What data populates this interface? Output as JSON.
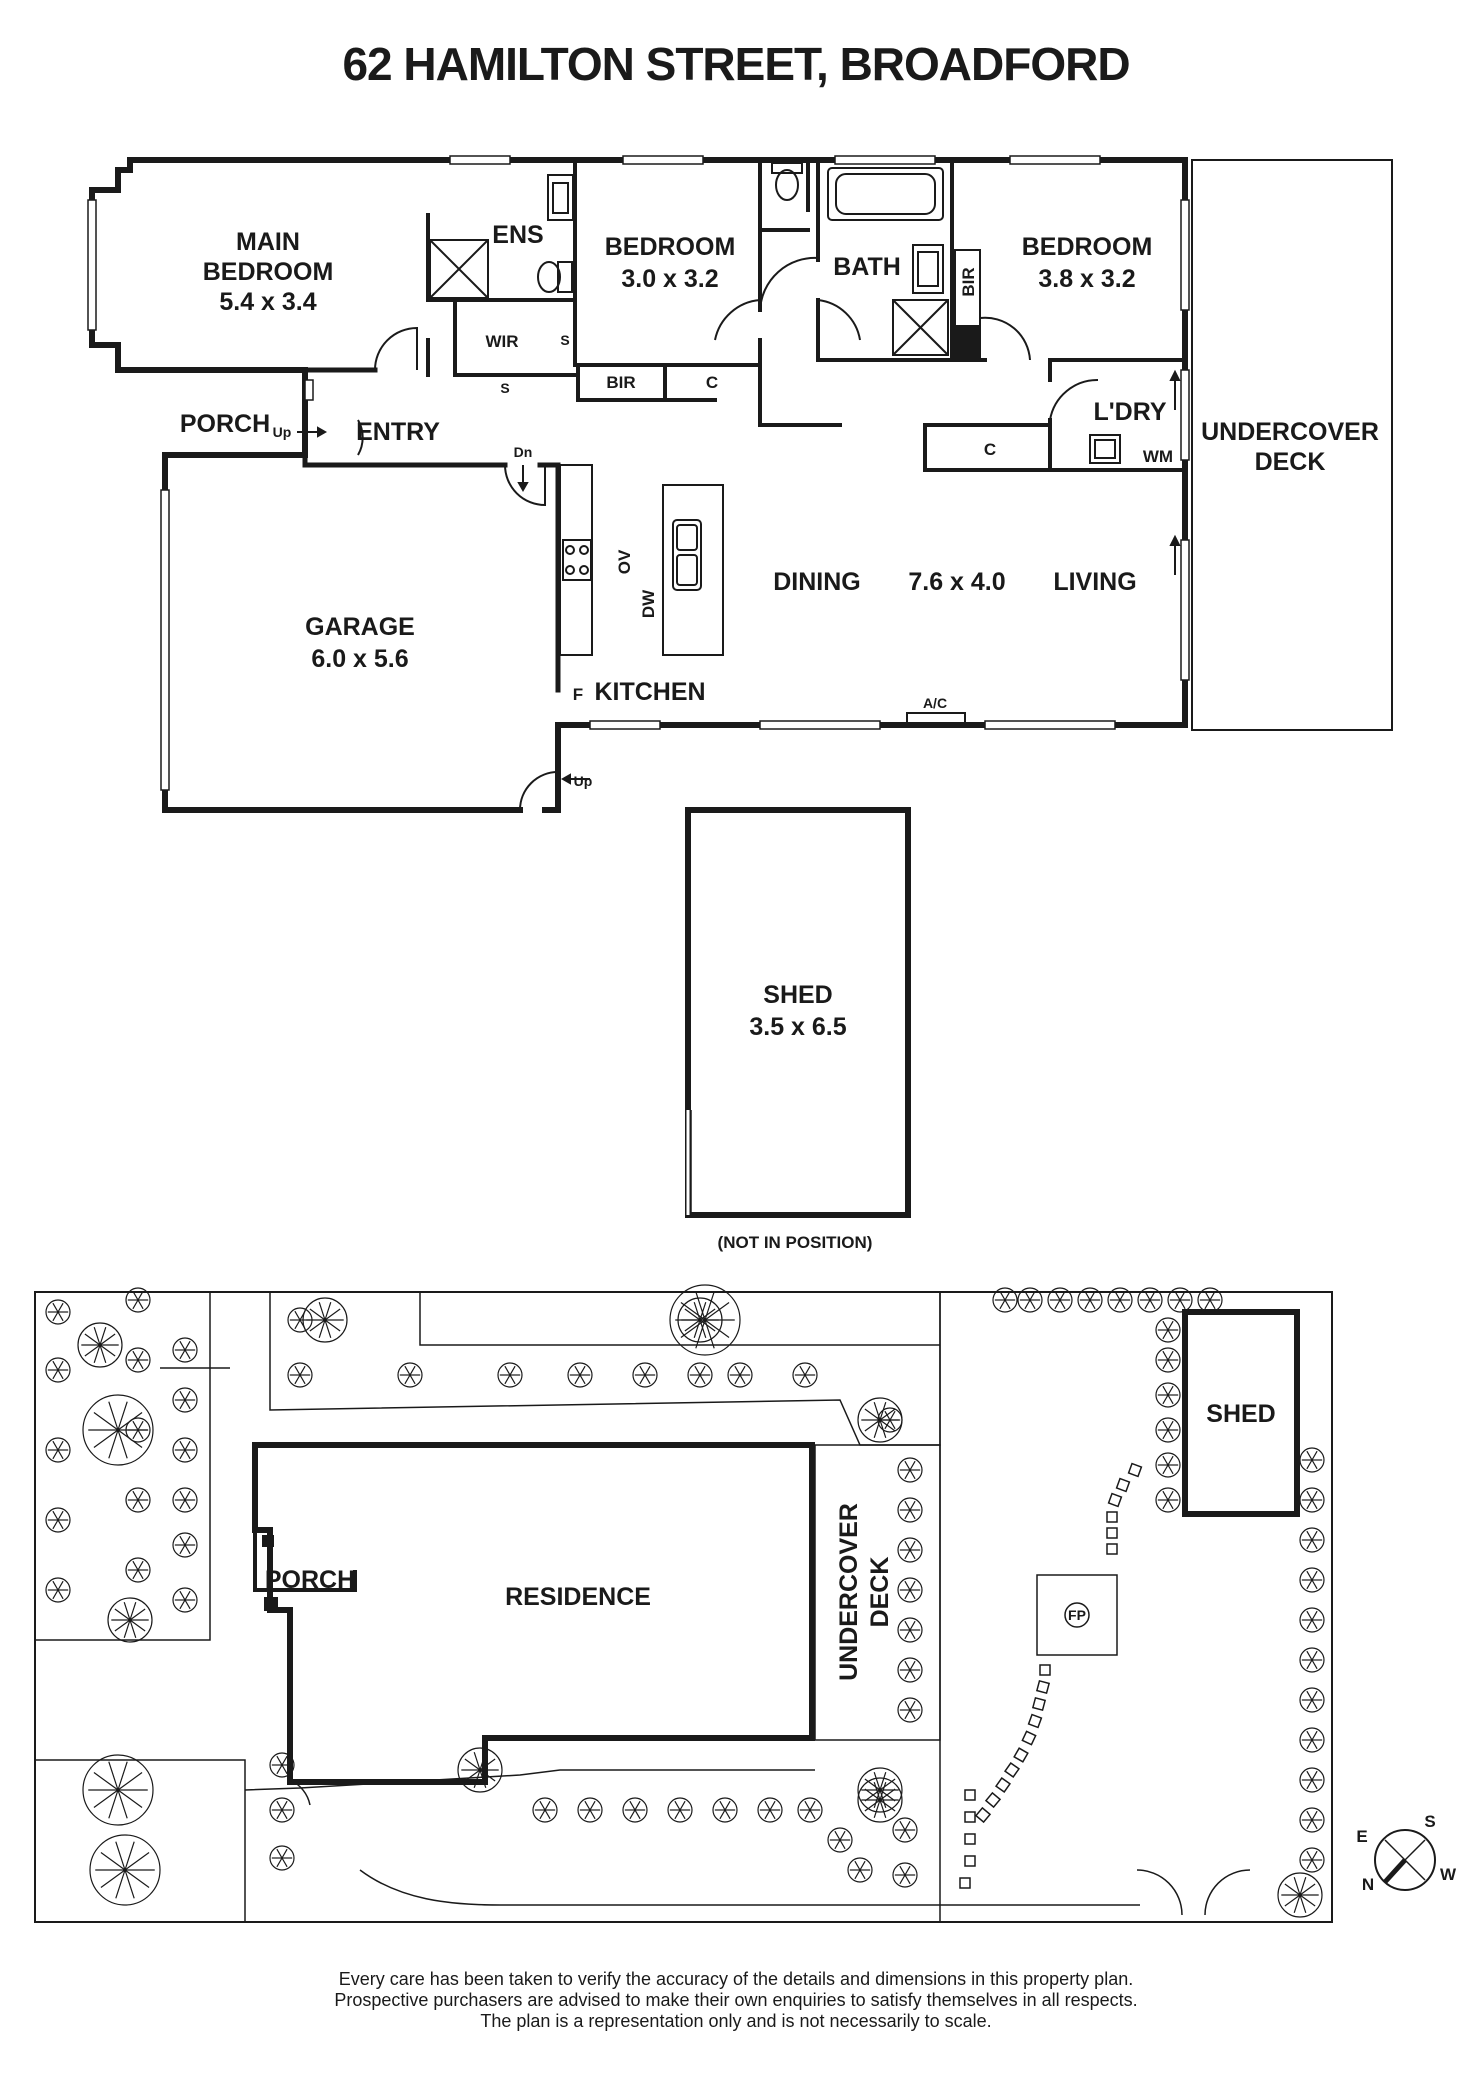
{
  "title": "62 HAMILTON STREET, BROADFORD",
  "rooms": {
    "main_bedroom": "MAIN",
    "main_bedroom_2": "BEDROOM",
    "main_bedroom_size": "5.4 x 3.4",
    "ens": "ENS",
    "wir": "WIR",
    "bedroom2": "BEDROOM",
    "bedroom2_size": "3.0 x 3.2",
    "bath": "BATH",
    "bedroom3": "BEDROOM",
    "bedroom3_size": "3.8 x 3.2",
    "bir": "BIR",
    "c": "C",
    "porch": "PORCH",
    "entry": "ENTRY",
    "laundry": "L'DRY",
    "wm": "WM",
    "undercover": "UNDERCOVER",
    "deck": "DECK",
    "garage": "GARAGE",
    "garage_size": "6.0 x 5.6",
    "kitchen": "KITCHEN",
    "f": "F",
    "ov": "OV",
    "dw": "DW",
    "dining": "DINING",
    "living_size": "7.6 x 4.0",
    "living": "LIVING",
    "ac": "A/C",
    "s": "S",
    "up": "Up",
    "dn": "Dn"
  },
  "shed": {
    "label": "SHED",
    "size": "3.5 x 6.5",
    "note": "(NOT IN POSITION)"
  },
  "site": {
    "residence": "RESIDENCE",
    "porch": "PORCH",
    "undercover": "UNDERCOVER",
    "deck": "DECK",
    "shed": "SHED",
    "fp": "FP"
  },
  "compass": {
    "n": "N",
    "s": "S",
    "e": "E",
    "w": "W"
  },
  "disclaimer": [
    "Every care has been taken to verify the accuracy of the details and dimensions in this property plan.",
    "Prospective purchasers are advised to make their own enquiries to satisfy themselves in all respects.",
    "The plan is a representation only and is not necessarily to scale."
  ]
}
